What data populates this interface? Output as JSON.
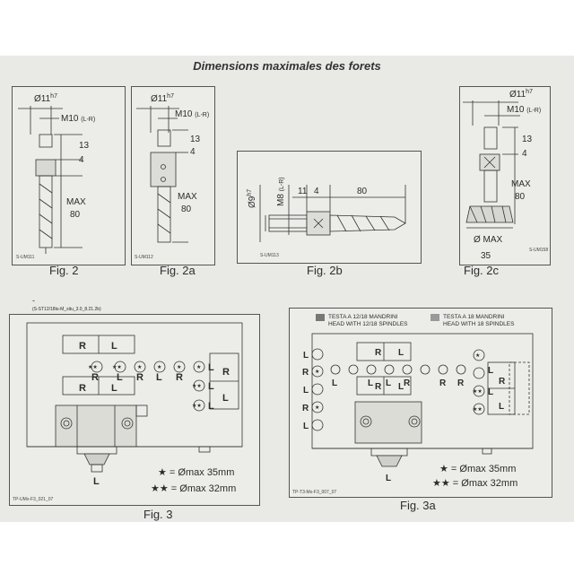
{
  "title": "Dimensions maximales des forets",
  "figures": {
    "fig2": {
      "label": "Fig. 2",
      "d1": "Ø11",
      "d1_sup": "h7",
      "thread": "M10",
      "thread_sub": "(L-R)",
      "dim_a": "13",
      "dim_b": "4",
      "max_label": "MAX",
      "max_val": "80",
      "code": "S-UM111"
    },
    "fig2a": {
      "label": "Fig. 2a",
      "d1": "Ø11",
      "d1_sup": "h7",
      "thread": "M10",
      "thread_sub": "(L-R)",
      "dim_a": "13",
      "dim_b": "4",
      "max_label": "MAX",
      "max_val": "80",
      "code": "S-UM112"
    },
    "fig2b": {
      "label": "Fig. 2b",
      "d1": "Ø9",
      "d1_sup": "h7",
      "thread": "M8",
      "thread_sub": "(L-R)",
      "dim_a": "11",
      "dim_b": "4",
      "max_val": "80",
      "code": "S-UM113"
    },
    "fig2c": {
      "label": "Fig. 2c",
      "d1": "Ø11",
      "d1_sup": "h7",
      "thread": "M10",
      "thread_sub": "(L-R)",
      "dim_a": "13",
      "dim_b": "4",
      "max_label": "MAX",
      "max_val": "80",
      "bit_dia": "Ø MAX",
      "bit_dia_val": "35",
      "code": "S-UM158"
    }
  },
  "fig3": {
    "label": "Fig. 3",
    "header_dash": "-",
    "header_code": "(S-ST12/18ts-M_situ_3.0_8.21.2b)",
    "code": "TP-UMx-F3_021_07",
    "legend_star": "Ømax 35mm",
    "legend_2star": "Ømax 32mm",
    "star": "★",
    "star2": "★★",
    "bottom_L": "L"
  },
  "fig3a": {
    "label": "Fig. 3a",
    "legend1_it": "TESTA A 12/18 MANDRINI",
    "legend1_en": "HEAD WITH 12/18 SPINDLES",
    "legend2_it": "TESTA A 18 MANDRINI",
    "legend2_en": "HEAD WITH 18 SPINDLES",
    "code": "TP-T3-Mx-F3_007_07",
    "legend_star": "Ømax 35mm",
    "legend_2star": "Ømax 32mm",
    "star": "★",
    "star2": "★★",
    "bottom_L": "L"
  },
  "letters": {
    "R": "R",
    "L": "L"
  }
}
